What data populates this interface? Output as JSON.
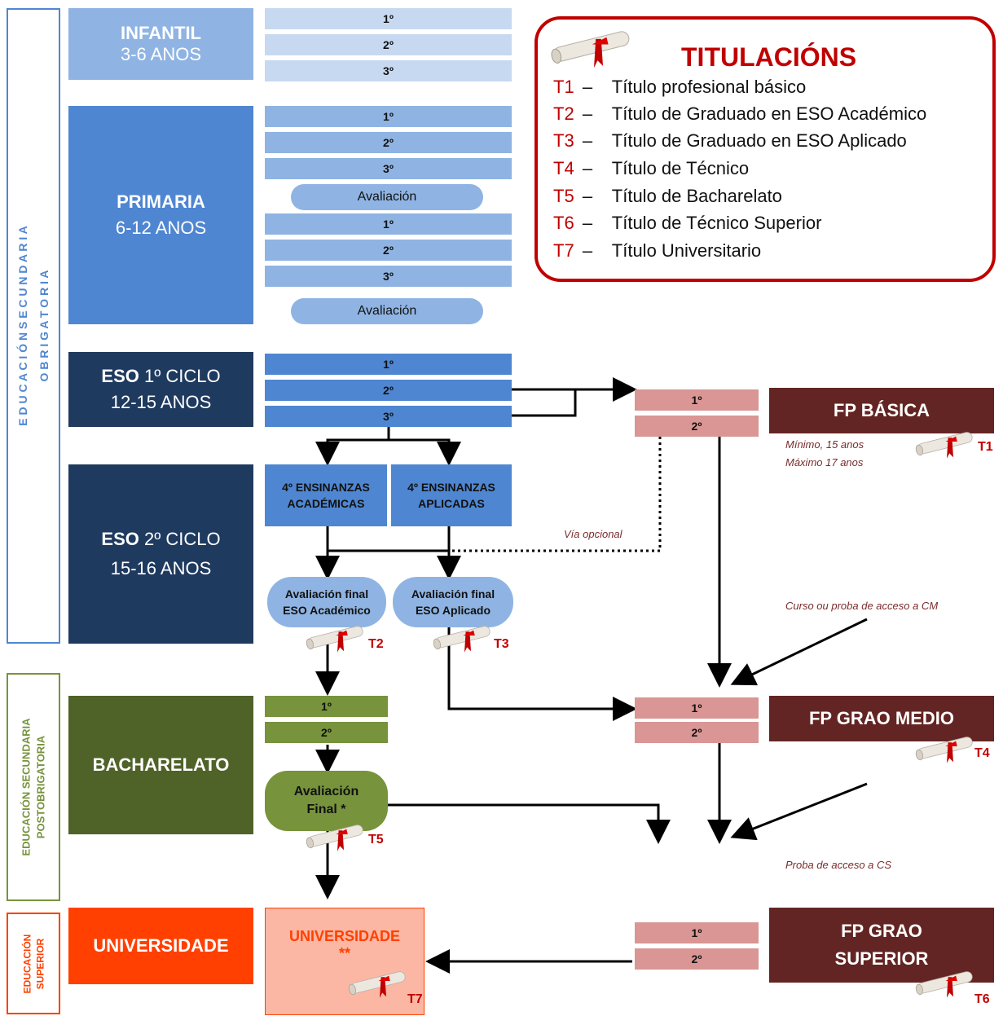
{
  "side_labels": {
    "obligatoria_line1": "E D U C A C I Ó N   S E C U N D A R I A",
    "obligatoria_line2": "O B R I G A T O R I A",
    "postobrigatoria_line1": "EDUCACIÓN SECUNDARIA",
    "postobrigatoria_line2": "POSTOBRIGATORIA",
    "superior_line1": "EDUCACIÓN",
    "superior_line2": "SUPERIOR"
  },
  "stages": {
    "infantil": {
      "title": "INFANTIL",
      "ages": "3-6 ANOS"
    },
    "primaria": {
      "title": "PRIMARIA",
      "ages": "6-12 ANOS"
    },
    "eso1": {
      "bold": "ESO",
      "title": "1º CICLO",
      "ages": "12-15 ANOS"
    },
    "eso2": {
      "bold": "ESO",
      "title": "2º CICLO",
      "ages": "15-16 ANOS"
    },
    "bacharelato": {
      "title": "BACHARELATO"
    },
    "universidade": {
      "title": "UNIVERSIDADE"
    }
  },
  "courses": {
    "c1": "1º",
    "c2": "2º",
    "c3": "3º",
    "avaliacion": "Avaliación"
  },
  "eso4": {
    "academicas": [
      "4º ENSINANZAS",
      "ACADÉMICAS"
    ],
    "aplicadas": [
      "4º ENSINANZAS",
      "APLICADAS"
    ]
  },
  "evaluations": {
    "eso_academico": [
      "Avaliación final",
      "ESO Académico"
    ],
    "eso_aplicado": [
      "Avaliación final",
      "ESO Aplicado"
    ],
    "bach_final": [
      "Avaliación",
      "Final *"
    ]
  },
  "universidade_box": {
    "title": "UNIVERSIDADE",
    "mark": "**"
  },
  "fp": {
    "basica": "FP BÁSICA",
    "grao_medio": "FP GRAO MEDIO",
    "grao_superior_line1": "FP GRAO",
    "grao_superior_line2": "SUPERIOR"
  },
  "notes": {
    "fp_basica_min": "Mínimo, 15 anos",
    "fp_basica_max": "Máximo 17 anos",
    "via_opcional": "Vía opcional",
    "acceso_cm": "Curso ou proba de acceso a CM",
    "acceso_cs": "Proba de acceso a CS"
  },
  "titulacions": {
    "heading": "TITULACIÓNS",
    "items": [
      {
        "code": "T1",
        "dash": "–",
        "label": "Título profesional básico"
      },
      {
        "code": "T2",
        "dash": "–",
        "label": "Título de Graduado en ESO Académico"
      },
      {
        "code": "T3",
        "dash": "–",
        "label": "Título de Graduado en ESO Aplicado"
      },
      {
        "code": "T4",
        "dash": "–",
        "label": "Título de Técnico"
      },
      {
        "code": "T5",
        "dash": "–",
        "label": "Título de Bacharelato"
      },
      {
        "code": "T6",
        "dash": "–",
        "label": "Título de Técnico Superior"
      },
      {
        "code": "T7",
        "dash": "–",
        "label": "Título Universitario"
      }
    ]
  },
  "degree_tags": {
    "t1": "T1",
    "t2": "T2",
    "t3": "T3",
    "t4": "T4",
    "t5": "T5",
    "t6": "T6",
    "t7": "T7"
  },
  "icons": [
    "diploma-scroll-icon"
  ],
  "colors": {
    "infantil": "#8fb4e3",
    "primaria": "#4f86d1",
    "eso": "#1f3a5f",
    "bacharelato": "#4f6228",
    "universidade": "#ff4000",
    "fp": "#632523",
    "fp_course": "#d99694",
    "titulacion_code": "#c00000"
  }
}
